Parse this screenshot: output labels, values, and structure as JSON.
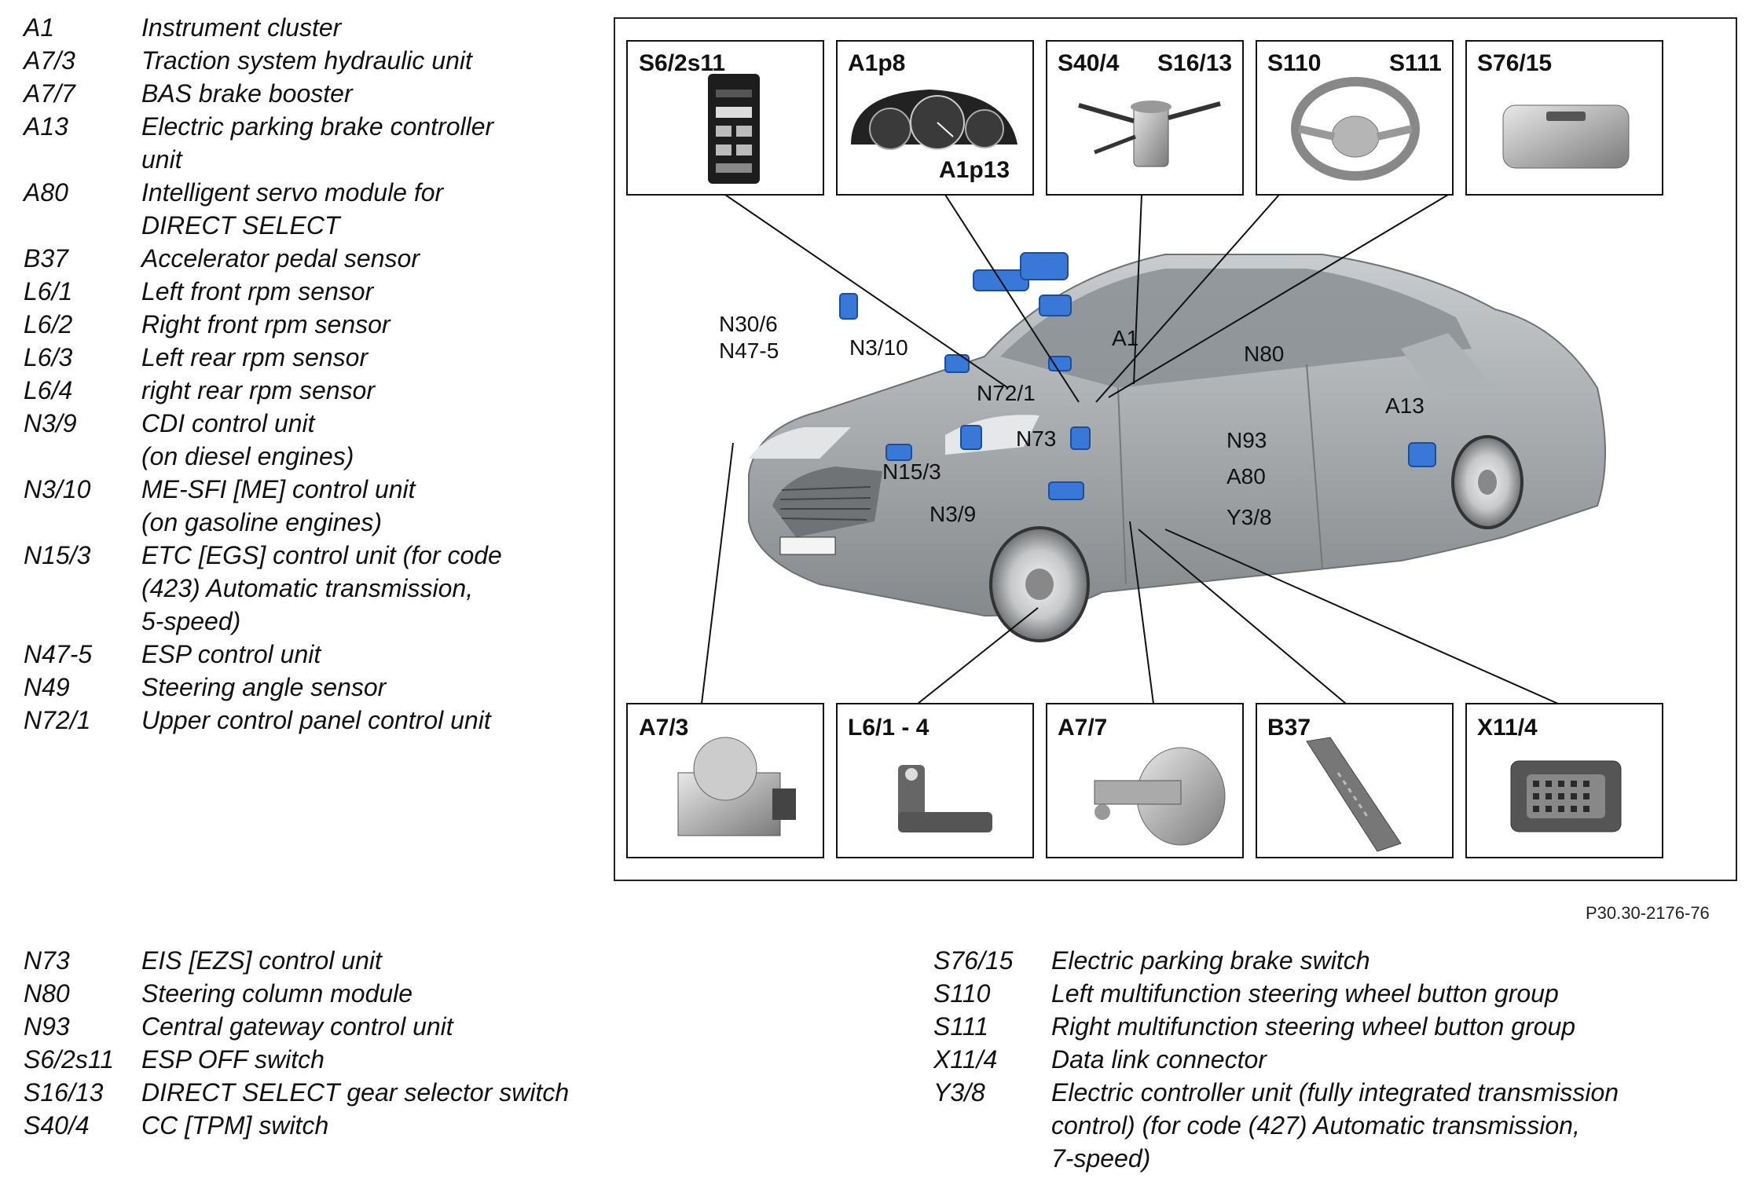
{
  "legend_left": [
    {
      "code": "A1",
      "lines": [
        "Instrument cluster"
      ]
    },
    {
      "code": "A7/3",
      "lines": [
        "Traction system hydraulic unit"
      ]
    },
    {
      "code": "A7/7",
      "lines": [
        "BAS brake booster"
      ]
    },
    {
      "code": "A13",
      "lines": [
        "Electric parking brake controller",
        "unit"
      ]
    },
    {
      "code": "A80",
      "lines": [
        "Intelligent servo module for",
        "DIRECT SELECT"
      ]
    },
    {
      "code": "B37",
      "lines": [
        "Accelerator pedal sensor"
      ]
    },
    {
      "code": "L6/1",
      "lines": [
        "Left front rpm sensor"
      ]
    },
    {
      "code": "L6/2",
      "lines": [
        "Right front rpm sensor"
      ]
    },
    {
      "code": "L6/3",
      "lines": [
        "Left rear rpm sensor"
      ]
    },
    {
      "code": "L6/4",
      "lines": [
        "right rear rpm sensor"
      ]
    },
    {
      "code": "N3/9",
      "lines": [
        "CDI control unit",
        "(on diesel engines)"
      ]
    },
    {
      "code": "N3/10",
      "lines": [
        "ME-SFI [ME] control unit",
        "(on gasoline engines)"
      ]
    },
    {
      "code": "N15/3",
      "lines": [
        "ETC [EGS] control unit (for code",
        "(423) Automatic transmission,",
        "5-speed)"
      ]
    },
    {
      "code": "N47-5",
      "lines": [
        "ESP control unit"
      ]
    },
    {
      "code": "N49",
      "lines": [
        "Steering angle sensor"
      ]
    },
    {
      "code": "N72/1",
      "lines": [
        "Upper control panel control unit"
      ]
    }
  ],
  "legend_bottom_left": [
    {
      "code": "N73",
      "lines": [
        "EIS [EZS] control unit"
      ]
    },
    {
      "code": "N80",
      "lines": [
        "Steering column module"
      ]
    },
    {
      "code": "N93",
      "lines": [
        "Central gateway control unit"
      ]
    },
    {
      "code": "S6/2s11",
      "lines": [
        "ESP OFF switch"
      ]
    },
    {
      "code": "S16/13",
      "lines": [
        "DIRECT SELECT gear selector switch"
      ]
    },
    {
      "code": "S40/4",
      "lines": [
        "CC [TPM] switch"
      ]
    }
  ],
  "legend_bottom_right": [
    {
      "code": "S76/15",
      "lines": [
        "Electric parking brake switch"
      ]
    },
    {
      "code": "S110",
      "lines": [
        "Left multifunction steering wheel button group"
      ]
    },
    {
      "code": "S111",
      "lines": [
        "Right multifunction steering wheel button group"
      ]
    },
    {
      "code": "X11/4",
      "lines": [
        "Data link connector"
      ]
    },
    {
      "code": "Y3/8",
      "lines": [
        "Electric controller unit (fully integrated transmission",
        "control) (for code (427) Automatic transmission,",
        "7-speed)"
      ]
    }
  ],
  "figure": {
    "top_boxes": [
      {
        "id": "s6",
        "labels": [
          "S6/2s11"
        ]
      },
      {
        "id": "a1p8",
        "labels": [
          "A1p8",
          "A1p13"
        ]
      },
      {
        "id": "s40",
        "labels": [
          "S40/4",
          "S16/13"
        ]
      },
      {
        "id": "s110",
        "labels": [
          "S110",
          "S111"
        ]
      },
      {
        "id": "s76",
        "labels": [
          "S76/15"
        ]
      }
    ],
    "bottom_boxes": [
      {
        "id": "a73",
        "labels": [
          "A7/3"
        ]
      },
      {
        "id": "l61",
        "labels": [
          "L6/1 - 4"
        ]
      },
      {
        "id": "a77",
        "labels": [
          "A7/7"
        ]
      },
      {
        "id": "b37",
        "labels": [
          "B37"
        ]
      },
      {
        "id": "x114",
        "labels": [
          "X11/4"
        ]
      }
    ],
    "callouts": {
      "n306": "N30/6",
      "n475": "N47-5",
      "n310": "N3/10",
      "a1": "A1",
      "n80": "N80",
      "n721": "N72/1",
      "n73": "N73",
      "n153": "N15/3",
      "n93": "N93",
      "a80": "A80",
      "n39": "N3/9",
      "y38": "Y3/8",
      "a13": "A13"
    }
  },
  "reference_code": "P30.30-2176-76"
}
